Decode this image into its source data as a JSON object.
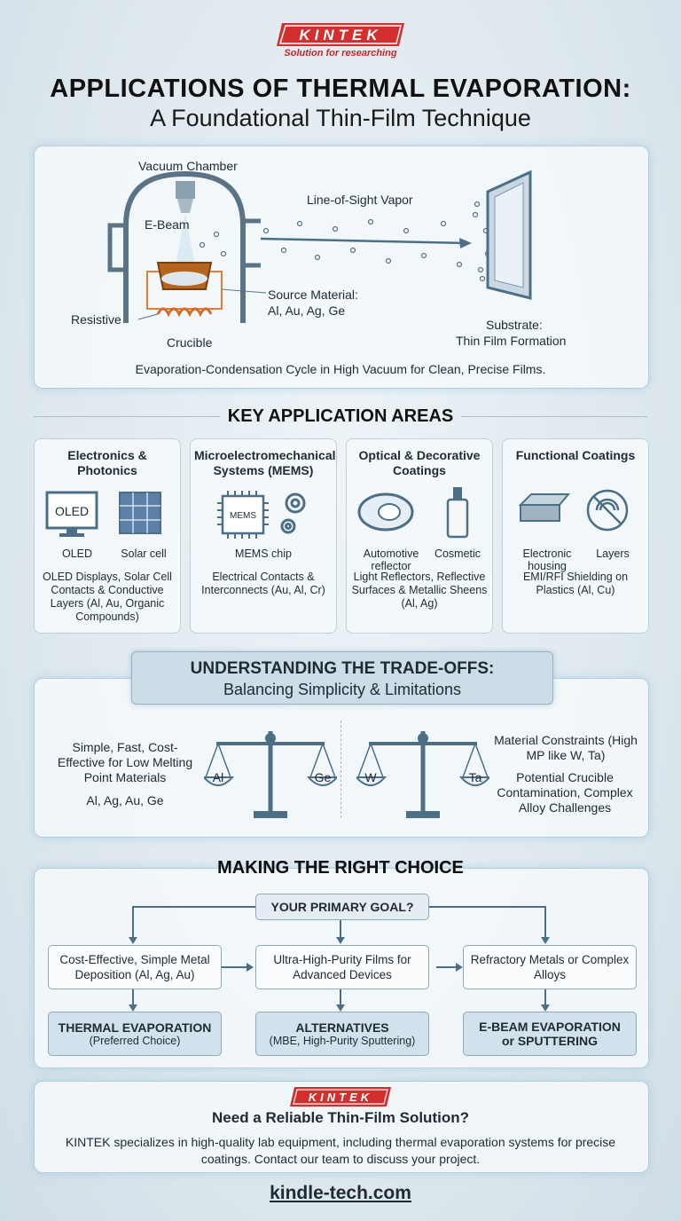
{
  "header": {
    "logo_text": "KINTEK",
    "tagline": "Solution for researching",
    "title_line1": "APPLICATIONS OF THERMAL EVAPORATION:",
    "title_line2": "A Foundational Thin-Film Technique"
  },
  "diagram": {
    "vacuum_chamber": "Vacuum Chamber",
    "ebeam": "E-Beam",
    "vapor": "Line-of-Sight Vapor",
    "resistive": "Resistive",
    "crucible": "Crucible",
    "source_line1": "Source Material:",
    "source_line2": "Al, Au, Ag, Ge",
    "substrate_line1": "Substrate:",
    "substrate_line2": "Thin Film Formation",
    "caption": "Evaporation-Condensation Cycle in High Vacuum for Clean, Precise Films."
  },
  "key_areas": {
    "heading": "KEY APPLICATION AREAS",
    "cards": [
      {
        "title": "Electronics & Photonics",
        "icon1": "OLED",
        "cap1": "OLED",
        "cap2": "Solar cell",
        "desc": "OLED Displays, Solar Cell Contacts & Conductive Layers (Al, Au, Organic Compounds)"
      },
      {
        "title": "Microelectromechanical Systems (MEMS)",
        "icon1": "MEMS",
        "cap1": "MEMS chip",
        "desc": "Electrical Contacts & Interconnects (Au, Al, Cr)"
      },
      {
        "title": "Optical & Decorative Coatings",
        "cap1": "Automotive reflector",
        "cap2": "Cosmetic",
        "desc": "Light Reflectors, Reflective Surfaces & Metallic Sheens (Al, Ag)"
      },
      {
        "title": "Functional Coatings",
        "cap1": "Electronic housing",
        "cap2": "Layers",
        "desc": "EMI/RFI Shielding on Plastics (Al, Cu)"
      }
    ]
  },
  "tradeoffs": {
    "title": "UNDERSTANDING THE TRADE-OFFS:",
    "subtitle": "Balancing Simplicity & Limitations",
    "left_text": "Simple, Fast, Cost-Effective for Low Melting Point Materials",
    "left_materials": "Al, Ag, Au, Ge",
    "scale1_left": "Al",
    "scale1_right": "Ge",
    "scale2_left": "W",
    "scale2_right": "Ta",
    "right_text1": "Material Constraints (High MP like W, Ta)",
    "right_text2": "Potential Crucible Contamination, Complex Alloy Challenges"
  },
  "choice": {
    "heading": "MAKING THE RIGHT CHOICE",
    "goal": "YOUR PRIMARY GOAL?",
    "options": [
      "Cost-Effective, Simple Metal Deposition (Al, Ag, Au)",
      "Ultra-High-Purity Films for Advanced Devices",
      "Refractory Metals or Complex Alloys"
    ],
    "results": [
      {
        "main": "THERMAL EVAPORATION",
        "sub": "(Preferred Choice)"
      },
      {
        "main": "ALTERNATIVES",
        "sub": "(MBE, High-Purity Sputtering)"
      },
      {
        "main": "E-BEAM EVAPORATION",
        "sub": "or SPUTTERING"
      }
    ]
  },
  "cta": {
    "logo_text": "KINTEK",
    "title": "Need a Reliable Thin-Film Solution?",
    "body": "KINTEK specializes in high-quality lab equipment, including thermal evaporation systems for precise coatings. Contact our team to discuss your project.",
    "website": "kindle-tech.com"
  },
  "colors": {
    "brand_red": "#d32f2f",
    "accent_blue": "#4d6f86",
    "panel_bg": "#f4f8fb"
  }
}
